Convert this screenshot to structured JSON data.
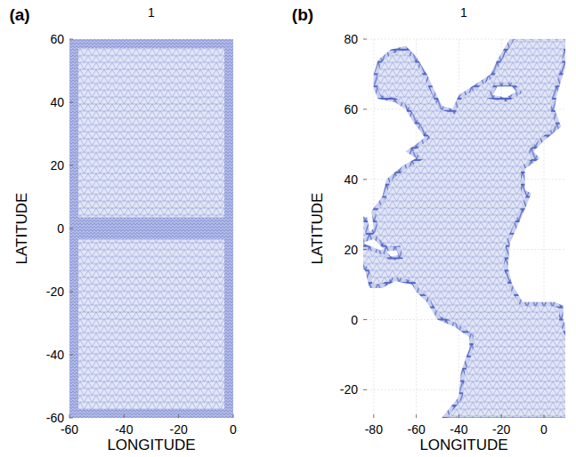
{
  "diagram": {
    "labels": [
      "(a)",
      "1",
      "60",
      "40",
      "20",
      "0",
      "-20",
      "-40",
      "-60",
      "-60",
      "-40",
      "-20",
      "0",
      "LATITUDE",
      "LONGITUDE",
      "(b)",
      "1",
      "80",
      "60",
      "40",
      "20",
      "0",
      "-20",
      "-80",
      "-60",
      "-40",
      "-20",
      "0",
      "LATITUDE",
      "LONGITUDE"
    ]
  }
}
